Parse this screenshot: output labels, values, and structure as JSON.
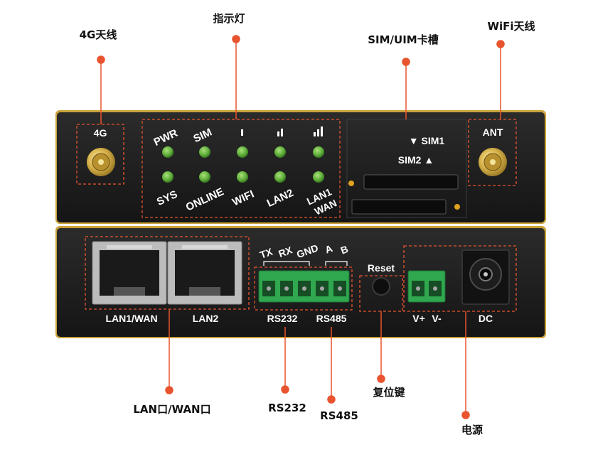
{
  "callouts": {
    "antenna_4g": "4G天线",
    "indicator_lights": "指示灯",
    "sim_slot": "SIM/UIM卡槽",
    "wifi_antenna": "WiFi天线",
    "lan_wan_port": "LAN口/WAN口",
    "rs232": "RS232",
    "rs485": "RS485",
    "reset_button": "复位键",
    "power": "电源"
  },
  "front_panel": {
    "antenna_4g_label": "4G",
    "led_top_labels": [
      "PWR",
      "SIM",
      "",
      "",
      ""
    ],
    "led_bottom_labels": [
      "SYS",
      "ONLINE",
      "WIFI",
      "LAN2",
      "LAN1",
      "WAN"
    ],
    "sim1_label": "▼ SIM1",
    "sim2_label": "SIM2 ▲",
    "ant_label": "ANT"
  },
  "back_panel": {
    "lan1_label": "LAN1/WAN",
    "lan2_label": "LAN2",
    "terminal_labels": [
      "TX",
      "RX",
      "GND",
      "A",
      "B"
    ],
    "rs232_label": "RS232",
    "rs485_label": "RS485",
    "reset_label": "Reset",
    "vplus_label": "V+",
    "vminus_label": "V-",
    "dc_label": "DC"
  },
  "colors": {
    "callout_line": "#e8542e",
    "dashed_box": "#e8542e",
    "led_green": "#5fae3a",
    "terminal_green": "#2fa84f",
    "housing": "#1c1c1c"
  }
}
